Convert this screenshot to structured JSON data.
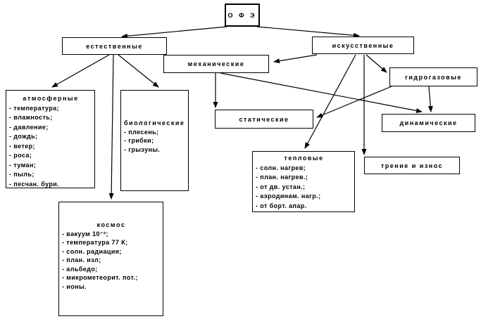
{
  "diagram": {
    "root": {
      "label": "О Ф Э"
    },
    "nodes": {
      "natural": {
        "label": "естественные"
      },
      "artificial": {
        "label": "искусственные"
      },
      "mechanical": {
        "label": "механические"
      },
      "hydrogas": {
        "label": "гидрогазовые"
      },
      "static": {
        "label": "статические"
      },
      "dynamic": {
        "label": "динамические"
      },
      "friction": {
        "label": "трение и износ"
      },
      "thermal": {
        "label": "тепловые",
        "items": [
          "- солн. нагрев;",
          "- план. нагрев.;",
          "- от дв. устан.;",
          "- аэродинам. нагр.;",
          "- от борт. апар."
        ]
      },
      "atmospheric": {
        "label": "атмосферные",
        "items": [
          "- температура;",
          "- влажность;",
          "- давление;",
          "- дождь;",
          "- ветер;",
          "- роса;",
          "- туман;",
          "- пыль;",
          "- песчан. бури."
        ]
      },
      "biological": {
        "label": "биологические",
        "items": [
          "- плесень;",
          "- грибки;",
          "- грызуны."
        ]
      },
      "space": {
        "label": "космос",
        "items": [
          "- вакуум 10⁻²;",
          "- температура 77 К;",
          "- солн. радиация;",
          "- план. изл;",
          "- альбедо;",
          "- микрометеорит. пот.;",
          "- ионы."
        ]
      }
    },
    "colors": {
      "line": "#000000",
      "background": "#ffffff"
    }
  }
}
